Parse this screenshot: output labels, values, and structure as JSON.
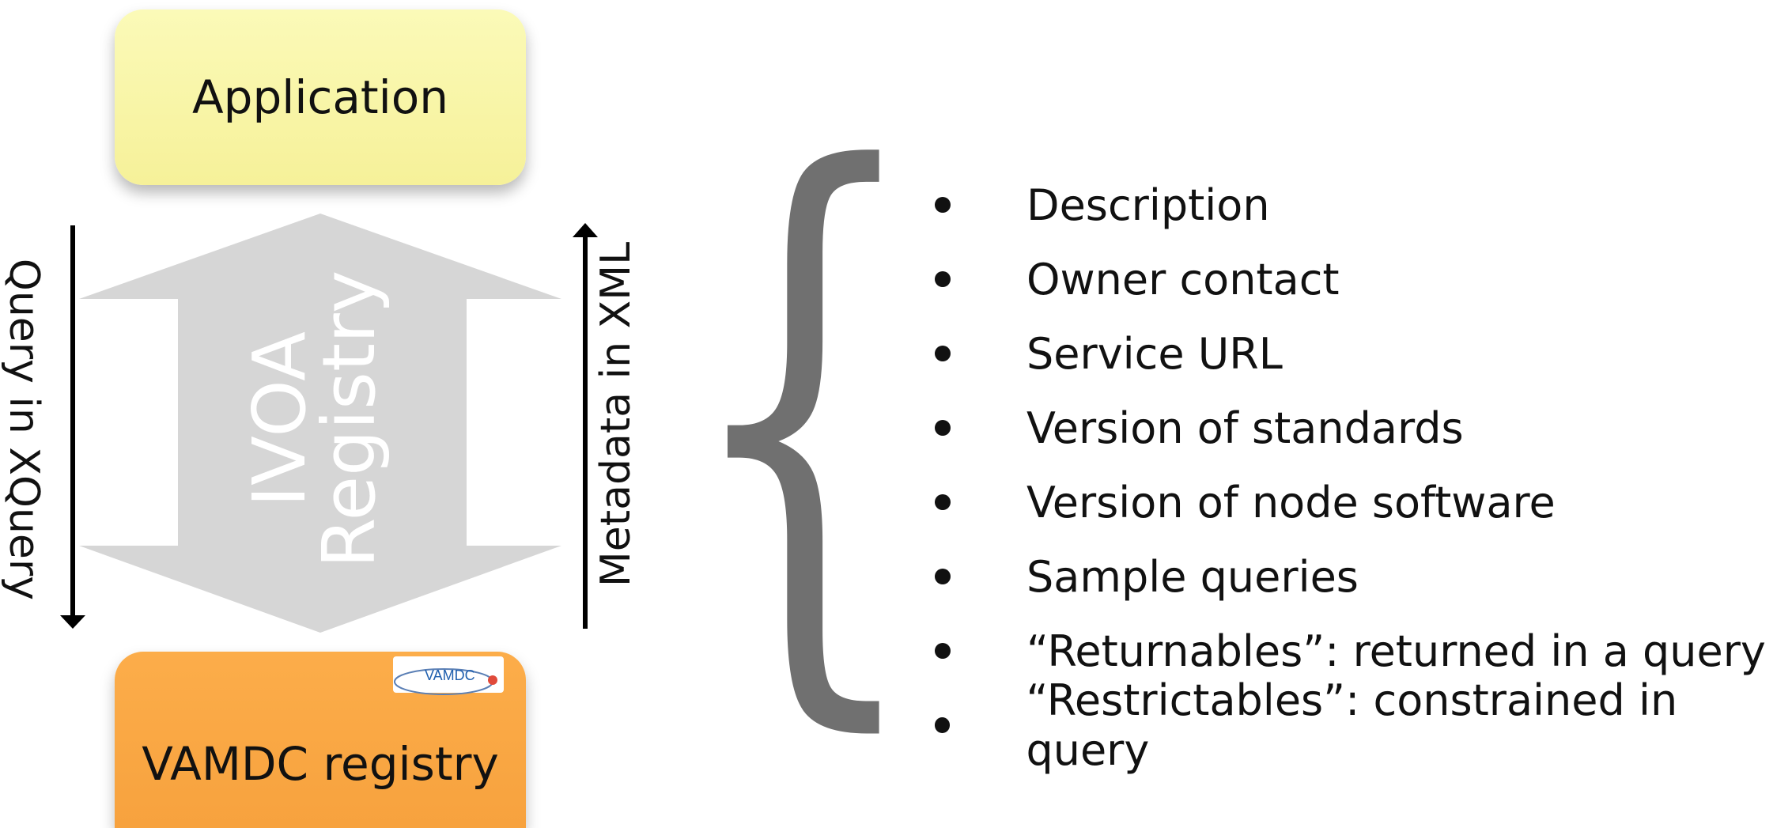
{
  "boxes": {
    "application": "Application",
    "vamdc_registry": "VAMDC registry",
    "logo_text": "VAMDC"
  },
  "arrow": {
    "line1": "IVOA",
    "line2": "Registry"
  },
  "labels": {
    "query": "Query in XQuery",
    "metadata": "Metadata in XML"
  },
  "features": [
    "Description",
    "Owner contact",
    "Service URL",
    "Version of standards",
    "Version of node software",
    "Sample queries",
    "“Returnables”:  returned in a query",
    "“Restrictables”: constrained in query"
  ],
  "colors": {
    "application_box": "#f8f4a6",
    "vamdc_box": "#f9a640",
    "arrow": "#d6d6d6",
    "brace": "#707070"
  }
}
